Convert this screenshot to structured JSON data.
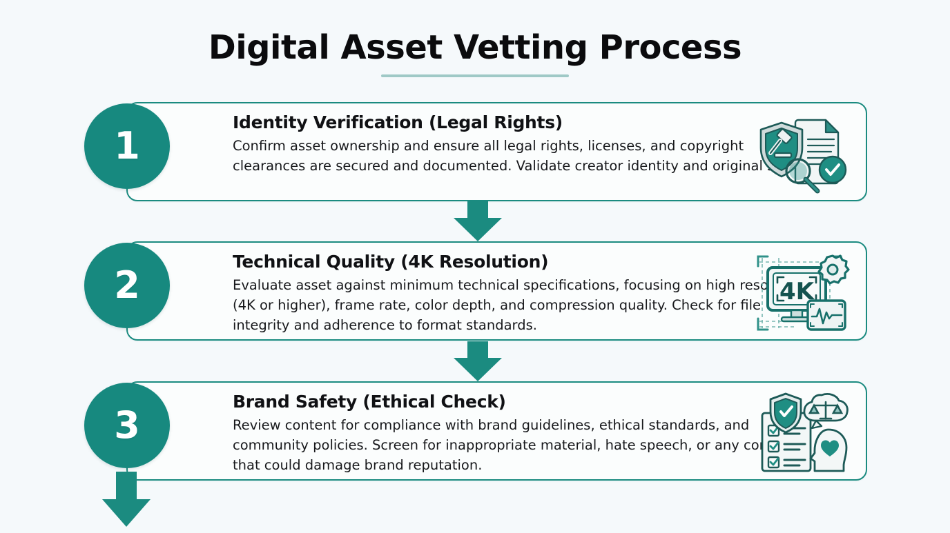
{
  "page": {
    "background_color": "#f5f9fb",
    "accent_color": "#17897f",
    "accent_light_color": "#9fc9c6",
    "card_border_color": "#1b8b80",
    "card_background_color": "#fbfdfd"
  },
  "header": {
    "title": "Digital Asset Vetting Process"
  },
  "steps": [
    {
      "number": "1",
      "heading": "Identity Verification (Legal Rights)",
      "description": "Confirm asset ownership and ensure all legal rights, licenses, and copyright clearances are secured and documented. Validate creator identity and original source.",
      "icon": "shield-gavel-document-magnifier-check-icon"
    },
    {
      "number": "2",
      "heading": "Technical Quality (4K Resolution)",
      "description": "Evaluate asset against minimum technical specifications, focusing on high resolution (4K or higher), frame rate, color depth, and compression quality. Check for file integrity and adherence to format standards.",
      "icon": "monitor-4k-gear-waveform-icon",
      "icon_label": "4K"
    },
    {
      "number": "3",
      "heading": "Brand Safety (Ethical Check)",
      "description": "Review content for compliance with brand guidelines, ethical standards, and community policies. Screen for inappropriate material, hate speech, or any content that could damage brand reputation.",
      "icon": "checklist-shield-scales-head-heart-icon"
    }
  ],
  "connectors": [
    {
      "name": "arrow-step1-to-step2",
      "direction": "down"
    },
    {
      "name": "arrow-step2-to-step3",
      "direction": "down"
    },
    {
      "name": "arrow-step3-outflow",
      "direction": "down"
    }
  ]
}
